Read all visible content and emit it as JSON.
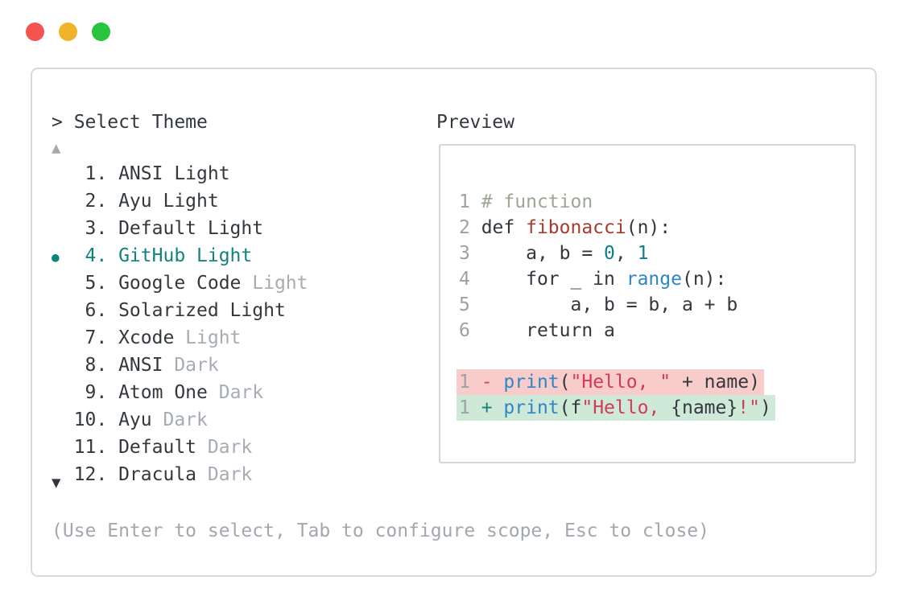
{
  "window": {
    "traffic_lights": [
      {
        "name": "close",
        "color": "#f4544e"
      },
      {
        "name": "minimize",
        "color": "#f0b42c"
      },
      {
        "name": "zoom",
        "color": "#27c43e"
      }
    ]
  },
  "selector": {
    "prompt": "> Select Theme",
    "up_arrow": "▲",
    "down_arrow": "▼",
    "selected_marker": "●",
    "hint": "(Use Enter to select, Tab to configure scope, Esc to close)",
    "selected_color": "#10837a",
    "items": [
      {
        "number": "1",
        "label": "ANSI Light",
        "variant": "",
        "variant_dim": false,
        "selected": false
      },
      {
        "number": "2",
        "label": "Ayu Light",
        "variant": "",
        "variant_dim": false,
        "selected": false
      },
      {
        "number": "3",
        "label": "Default Light",
        "variant": "",
        "variant_dim": false,
        "selected": false
      },
      {
        "number": "4",
        "label": "GitHub Light",
        "variant": "",
        "variant_dim": false,
        "selected": true
      },
      {
        "number": "5",
        "label": "Google Code",
        "variant": "Light",
        "variant_dim": true,
        "selected": false
      },
      {
        "number": "6",
        "label": "Solarized Light",
        "variant": "",
        "variant_dim": false,
        "selected": false
      },
      {
        "number": "7",
        "label": "Xcode",
        "variant": "Light",
        "variant_dim": true,
        "selected": false
      },
      {
        "number": "8",
        "label": "ANSI",
        "variant": "Dark",
        "variant_dim": true,
        "selected": false
      },
      {
        "number": "9",
        "label": "Atom One",
        "variant": "Dark",
        "variant_dim": true,
        "selected": false
      },
      {
        "number": "10",
        "label": "Ayu",
        "variant": "Dark",
        "variant_dim": true,
        "selected": false
      },
      {
        "number": "11",
        "label": "Default",
        "variant": "Dark",
        "variant_dim": true,
        "selected": false
      },
      {
        "number": "12",
        "label": "Dracula",
        "variant": "Dark",
        "variant_dim": true,
        "selected": false
      }
    ]
  },
  "preview": {
    "label": "Preview",
    "syntax_colors": {
      "plain": "#33383d",
      "comment": "#9da795",
      "function": "#a93a2e",
      "number": "#0e7f8a",
      "builtin": "#2e86c3",
      "string": "#d23a56",
      "removed_bg": "#f8cccb",
      "added_bg": "#cfe9d9",
      "line_number": "#9ba1a6"
    },
    "code_lines": [
      {
        "num": "1",
        "parts": [
          [
            "comment",
            "# function"
          ]
        ]
      },
      {
        "num": "2",
        "parts": [
          [
            "plain",
            "def "
          ],
          [
            "func",
            "fibonacci"
          ],
          [
            "plain",
            "(n):"
          ]
        ]
      },
      {
        "num": "3",
        "parts": [
          [
            "plain",
            "    a, b = "
          ],
          [
            "number",
            "0"
          ],
          [
            "plain",
            ", "
          ],
          [
            "number",
            "1"
          ]
        ]
      },
      {
        "num": "4",
        "parts": [
          [
            "plain",
            "    for _ in "
          ],
          [
            "builtin",
            "range"
          ],
          [
            "plain",
            "(n):"
          ]
        ]
      },
      {
        "num": "5",
        "parts": [
          [
            "plain",
            "        a, b = b, a + b"
          ]
        ]
      },
      {
        "num": "6",
        "parts": [
          [
            "plain",
            "    return a"
          ]
        ]
      },
      {
        "num": "",
        "parts": []
      },
      {
        "num": "1",
        "diff": "removed",
        "parts": [
          [
            "sign-removed",
            "- "
          ],
          [
            "builtin",
            "print"
          ],
          [
            "plain",
            "("
          ],
          [
            "string",
            "\"Hello, \""
          ],
          [
            "plain",
            " + name)"
          ]
        ]
      },
      {
        "num": "1",
        "diff": "added",
        "parts": [
          [
            "sign-added",
            "+ "
          ],
          [
            "builtin",
            "print"
          ],
          [
            "plain",
            "(f"
          ],
          [
            "string",
            "\"Hello, "
          ],
          [
            "plain",
            "{name}"
          ],
          [
            "string",
            "!\""
          ],
          [
            "plain",
            ")"
          ]
        ]
      }
    ]
  }
}
